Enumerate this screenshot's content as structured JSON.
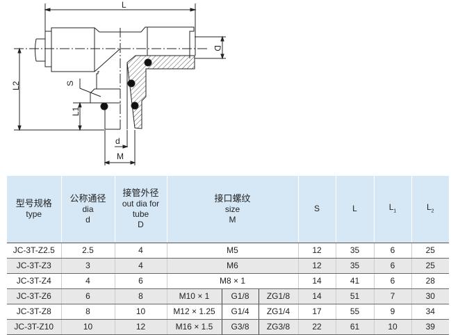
{
  "drawing": {
    "labels": {
      "L": "L",
      "D": "D",
      "L2": "L2",
      "L1": "L1",
      "S": "S",
      "d": "d",
      "M": "M"
    }
  },
  "table": {
    "headers": {
      "type_cn": "型号规格",
      "type_en": "type",
      "dia_cn": "公称通径",
      "dia_en": "dia",
      "dia_sym": "d",
      "tube_cn": "接管外径",
      "tube_en1": "out dia for",
      "tube_en2": "tube",
      "tube_sym": "D",
      "size_cn": "接口螺纹",
      "size_en": "size",
      "size_sym": "M",
      "S": "S",
      "L": "L",
      "L1": "L",
      "L1_sub": "1",
      "L2": "L",
      "L2_sub": "2"
    },
    "rows": [
      {
        "type": "JC-3T-Z2.5",
        "d": "2.5",
        "D": "4",
        "M": [
          "M5"
        ],
        "S": "12",
        "L": "35",
        "L1": "6",
        "L2": "25"
      },
      {
        "type": "JC-3T-Z3",
        "d": "3",
        "D": "4",
        "M": [
          "M6"
        ],
        "S": "12",
        "L": "35",
        "L1": "6",
        "L2": "25"
      },
      {
        "type": "JC-3T-Z4",
        "d": "4",
        "D": "6",
        "M": [
          "M8 × 1"
        ],
        "S": "14",
        "L": "41",
        "L1": "6",
        "L2": "28"
      },
      {
        "type": "JC-3T-Z6",
        "d": "6",
        "D": "8",
        "M": [
          "M10 × 1",
          "G1/8",
          "ZG1/8"
        ],
        "S": "14",
        "L": "51",
        "L1": "7",
        "L2": "30"
      },
      {
        "type": "JC-3T-Z8",
        "d": "8",
        "D": "10",
        "M": [
          "M12 × 1.25",
          "G1/4",
          "ZG1/4"
        ],
        "S": "17",
        "L": "55",
        "L1": "9",
        "L2": "34"
      },
      {
        "type": "JC-3T-Z10",
        "d": "10",
        "D": "12",
        "M": [
          "M16 × 1.5",
          "G3/8",
          "ZG3/8"
        ],
        "S": "22",
        "L": "61",
        "L1": "10",
        "L2": "39"
      }
    ]
  }
}
